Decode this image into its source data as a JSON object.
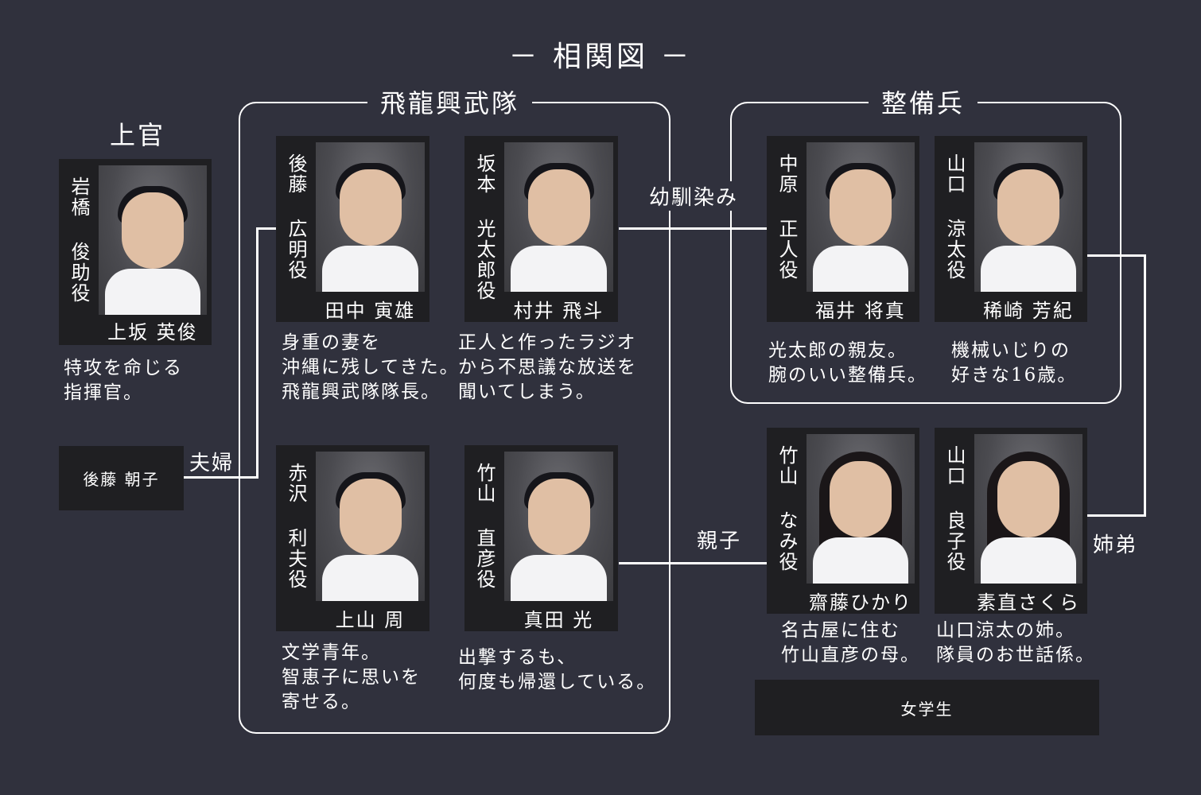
{
  "title": "－ 相関図 －",
  "groups": {
    "superior": "上官",
    "hiryu": "飛龍興武隊",
    "mechanics": "整備兵",
    "schoolgirls": "女学生"
  },
  "relations": {
    "couple": "夫婦",
    "childhood": "幼馴染み",
    "parent_child": "親子",
    "siblings": "姉弟"
  },
  "wife": "後藤 朝子",
  "characters": [
    {
      "role": "岩橋 俊助役",
      "actor": "上坂 英俊",
      "desc": "特攻を命じる\n指揮官。"
    },
    {
      "role": "後藤 広明役",
      "actor": "田中 寅雄",
      "desc": "身重の妻を\n沖縄に残してきた。\n飛龍興武隊隊長。"
    },
    {
      "role": "坂本 光太郎役",
      "actor": "村井 飛斗",
      "desc": "正人と作ったラジオ\nから不思議な放送を\n聞いてしまう。"
    },
    {
      "role": "赤沢 利夫役",
      "actor": "上山 周",
      "desc": "文学青年。\n智恵子に思いを\n寄せる。"
    },
    {
      "role": "竹山 直彦役",
      "actor": "真田 光",
      "desc": "出撃するも、\n何度も帰還している。"
    },
    {
      "role": "中原 正人役",
      "actor": "福井 将真",
      "desc": "光太郎の親友。\n腕のいい整備兵。"
    },
    {
      "role": "山口 涼太役",
      "actor": "稀崎 芳紀",
      "desc": "機械いじりの\n好きな16歳。"
    },
    {
      "role": "竹山 なみ役",
      "actor": "齋藤ひかり",
      "desc": "名古屋に住む\n竹山直彦の母。"
    },
    {
      "role": "山口 良子役",
      "actor": "素直さくら",
      "desc": "山口涼太の姉。\n隊員のお世話係。"
    }
  ]
}
